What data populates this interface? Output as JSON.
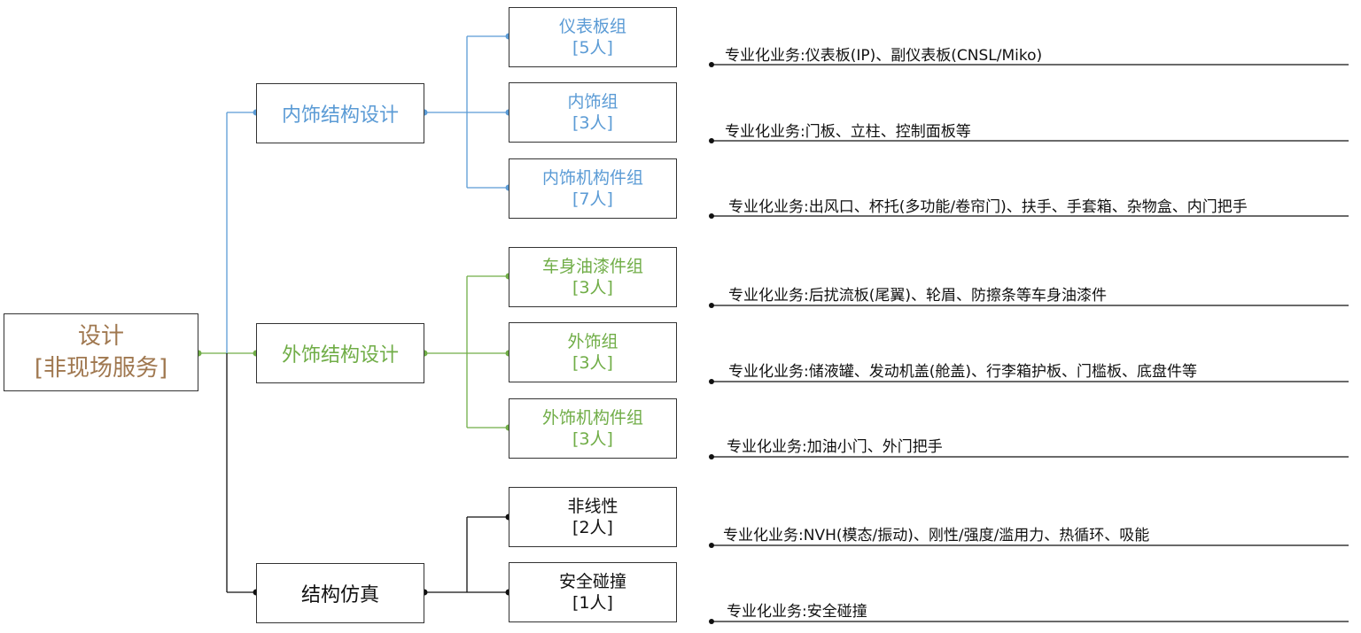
{
  "colors": {
    "root": "#a07850",
    "interior": "#5b9bd5",
    "exterior": "#70ad47",
    "simulation": "#111111"
  },
  "root": {
    "line1": "设计",
    "line2": "[非现场服务]"
  },
  "departments": [
    {
      "name": "内饰结构设计",
      "groups": [
        {
          "name": "仪表板组",
          "count": "[5人]",
          "business": "专业化业务:仪表板(IP)、副仪表板(CNSL/Miko)"
        },
        {
          "name": "内饰组",
          "count": "[3人]",
          "business": "专业化业务:门板、立柱、控制面板等"
        },
        {
          "name": "内饰机构件组",
          "count": "[7人]",
          "business": "专业化业务:出风口、杯托(多功能/卷帘门)、扶手、手套箱、杂物盒、内门把手"
        }
      ]
    },
    {
      "name": "外饰结构设计",
      "groups": [
        {
          "name": "车身油漆件组",
          "count": "[3人]",
          "business": "专业化业务:后扰流板(尾翼)、轮眉、防擦条等车身油漆件"
        },
        {
          "name": "外饰组",
          "count": "[3人]",
          "business": "专业化业务:储液罐、发动机盖(舱盖)、行李箱护板、门槛板、底盘件等"
        },
        {
          "name": "外饰机构件组",
          "count": "[3人]",
          "business": "专业化业务:加油小门、外门把手"
        }
      ]
    },
    {
      "name": "结构仿真",
      "groups": [
        {
          "name": "非线性",
          "count": "[2人]",
          "business": "专业化业务:NVH(模态/振动)、刚性/强度/滥用力、热循环、吸能"
        },
        {
          "name": "安全碰撞",
          "count": "[1人]",
          "business": "专业化业务:安全碰撞"
        }
      ]
    }
  ]
}
